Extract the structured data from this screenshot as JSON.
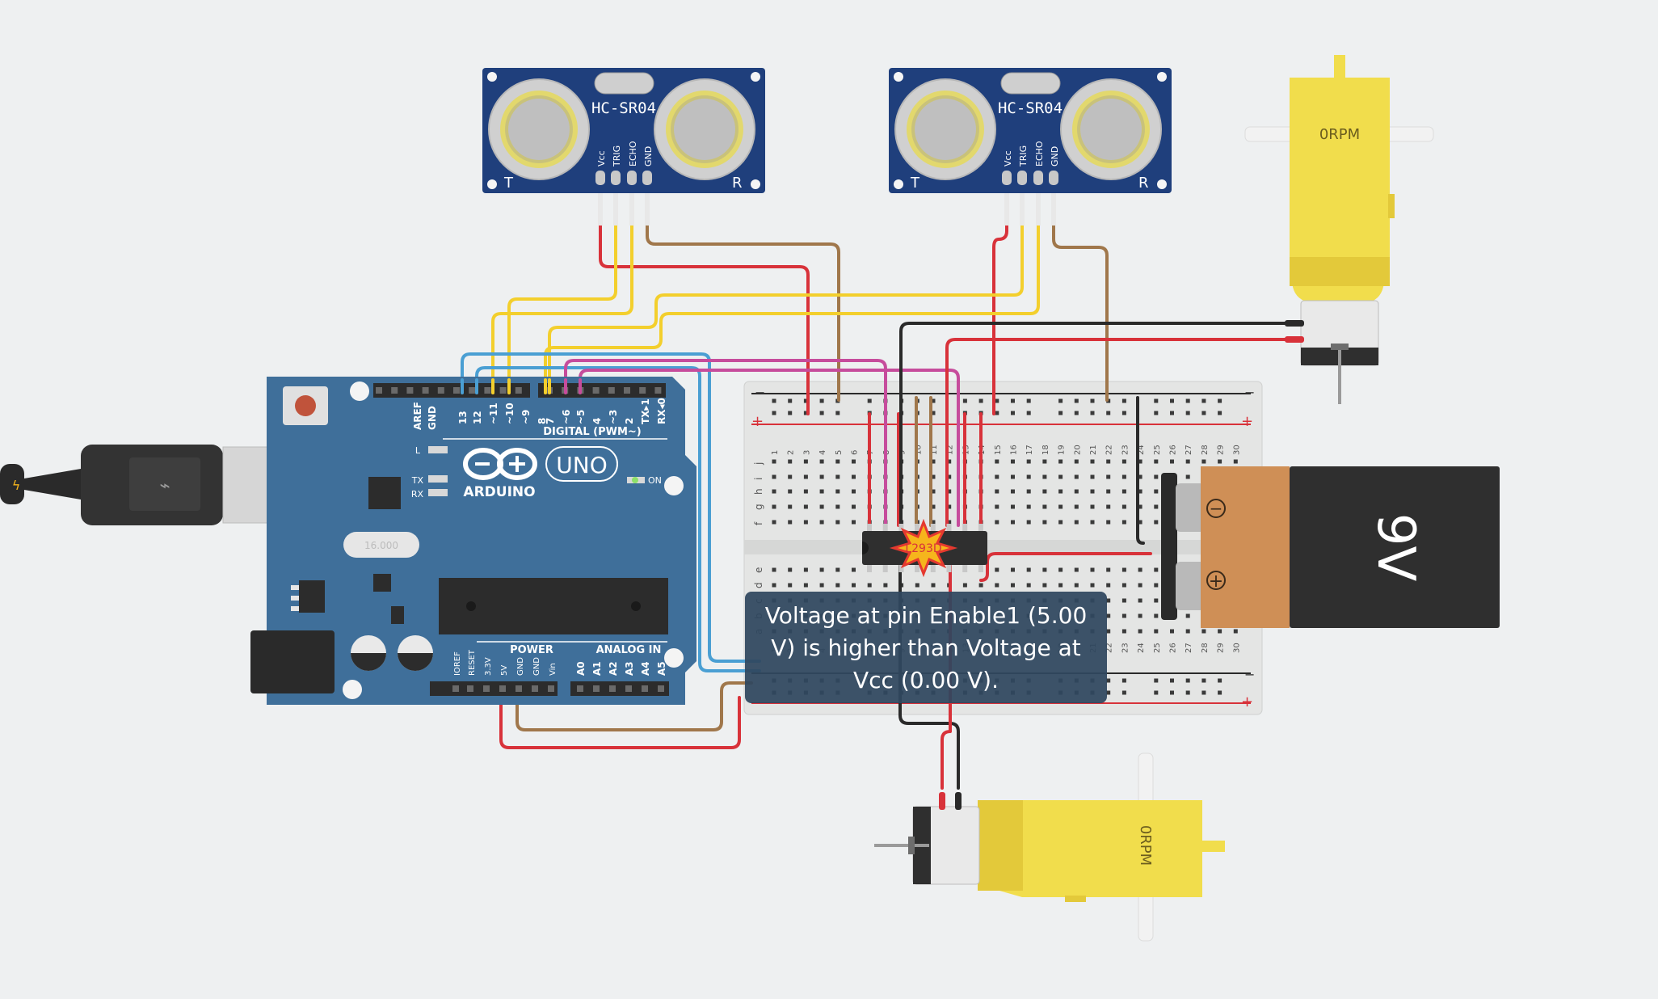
{
  "sensors": [
    {
      "model": "HC-SR04",
      "pins": [
        "Vcc",
        "TRIG",
        "ECHO",
        "GND"
      ],
      "t_label": "T",
      "r_label": "R"
    },
    {
      "model": "HC-SR04",
      "pins": [
        "Vcc",
        "TRIG",
        "ECHO",
        "GND"
      ],
      "t_label": "T",
      "r_label": "R"
    }
  ],
  "motors": [
    {
      "speed_label": "0RPM"
    },
    {
      "speed_label": "0RPM"
    }
  ],
  "battery": {
    "label": "9V",
    "minus": "−",
    "plus": "+"
  },
  "arduino": {
    "brand": "ARDUINO",
    "model": "UNO",
    "digital_header": "DIGITAL (PWM~)",
    "power_header": "POWER",
    "analog_header": "ANALOG IN",
    "on_label": "ON",
    "l_label": "L",
    "tx_label": "TX",
    "rx_label": "RX",
    "crystal_label": "16.000",
    "digital_pins": [
      "AREF",
      "GND",
      "13",
      "12",
      "~11",
      "~10",
      "~9",
      "8",
      "7",
      "~6",
      "~5",
      "4",
      "~3",
      "2",
      "TX▸1",
      "RX◂0"
    ],
    "power_pins": [
      "IOREF",
      "RESET",
      "3.3V",
      "5V",
      "GND",
      "GND",
      "Vin"
    ],
    "analog_pins": [
      "A0",
      "A1",
      "A2",
      "A3",
      "A4",
      "A5"
    ]
  },
  "breadboard": {
    "rail_minus": "−",
    "rail_plus": "+",
    "rows_top": [
      "j",
      "i",
      "h",
      "g",
      "f"
    ],
    "rows_bottom": [
      "e",
      "d",
      "c",
      "b",
      "a"
    ],
    "columns": [
      "1",
      "2",
      "3",
      "4",
      "5",
      "6",
      "7",
      "8",
      "9",
      "10",
      "11",
      "12",
      "13",
      "14",
      "15",
      "16",
      "17",
      "18",
      "19",
      "20",
      "21",
      "22",
      "23",
      "24",
      "25",
      "26",
      "27",
      "28",
      "29",
      "30"
    ]
  },
  "driver_ic": {
    "label": "L293D"
  },
  "tooltip": {
    "line1": "Voltage at pin Enable1 (5.00",
    "line2": "V) is higher than Voltage at",
    "line3": "Vcc (0.00 V)."
  },
  "colors": {
    "wire_red": "#d8323a",
    "wire_yellow": "#f3cf2d",
    "wire_blue": "#4a9fd3",
    "wire_magenta": "#c64c9c",
    "wire_brown": "#a0774b",
    "wire_black": "#2a2a2a",
    "arduino_blue": "#3f6f9a",
    "sensor_blue": "#1f3f7c",
    "motor_yellow": "#f1dd4c",
    "battery_orange": "#cf8f56"
  }
}
